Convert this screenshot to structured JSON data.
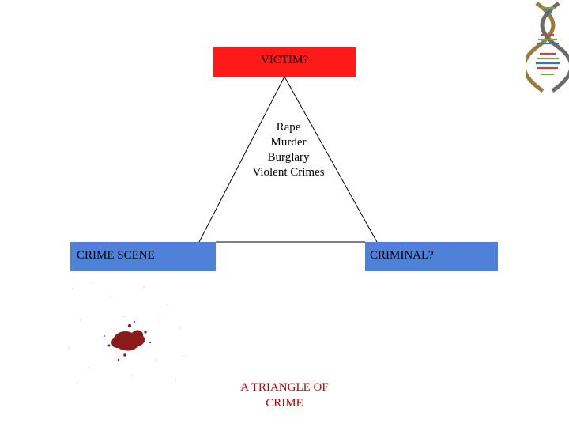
{
  "diagram": {
    "victim_label": "VICTIM?",
    "crime_scene_label": "CRIME SCENE",
    "criminal_label": "CRIMINAL?",
    "crimes": [
      "Rape",
      "Murder",
      "Burglary",
      "Violent Crimes"
    ],
    "title_line1": "A TRIANGLE OF",
    "title_line2": "CRIME"
  },
  "colors": {
    "victim_box": "#ff1a1a",
    "scene_box": "#4f81d8",
    "title_text": "#c00000",
    "blood": "#8b1a1a"
  },
  "icons": [
    "dna-helix-icon",
    "blood-splatter-image"
  ]
}
